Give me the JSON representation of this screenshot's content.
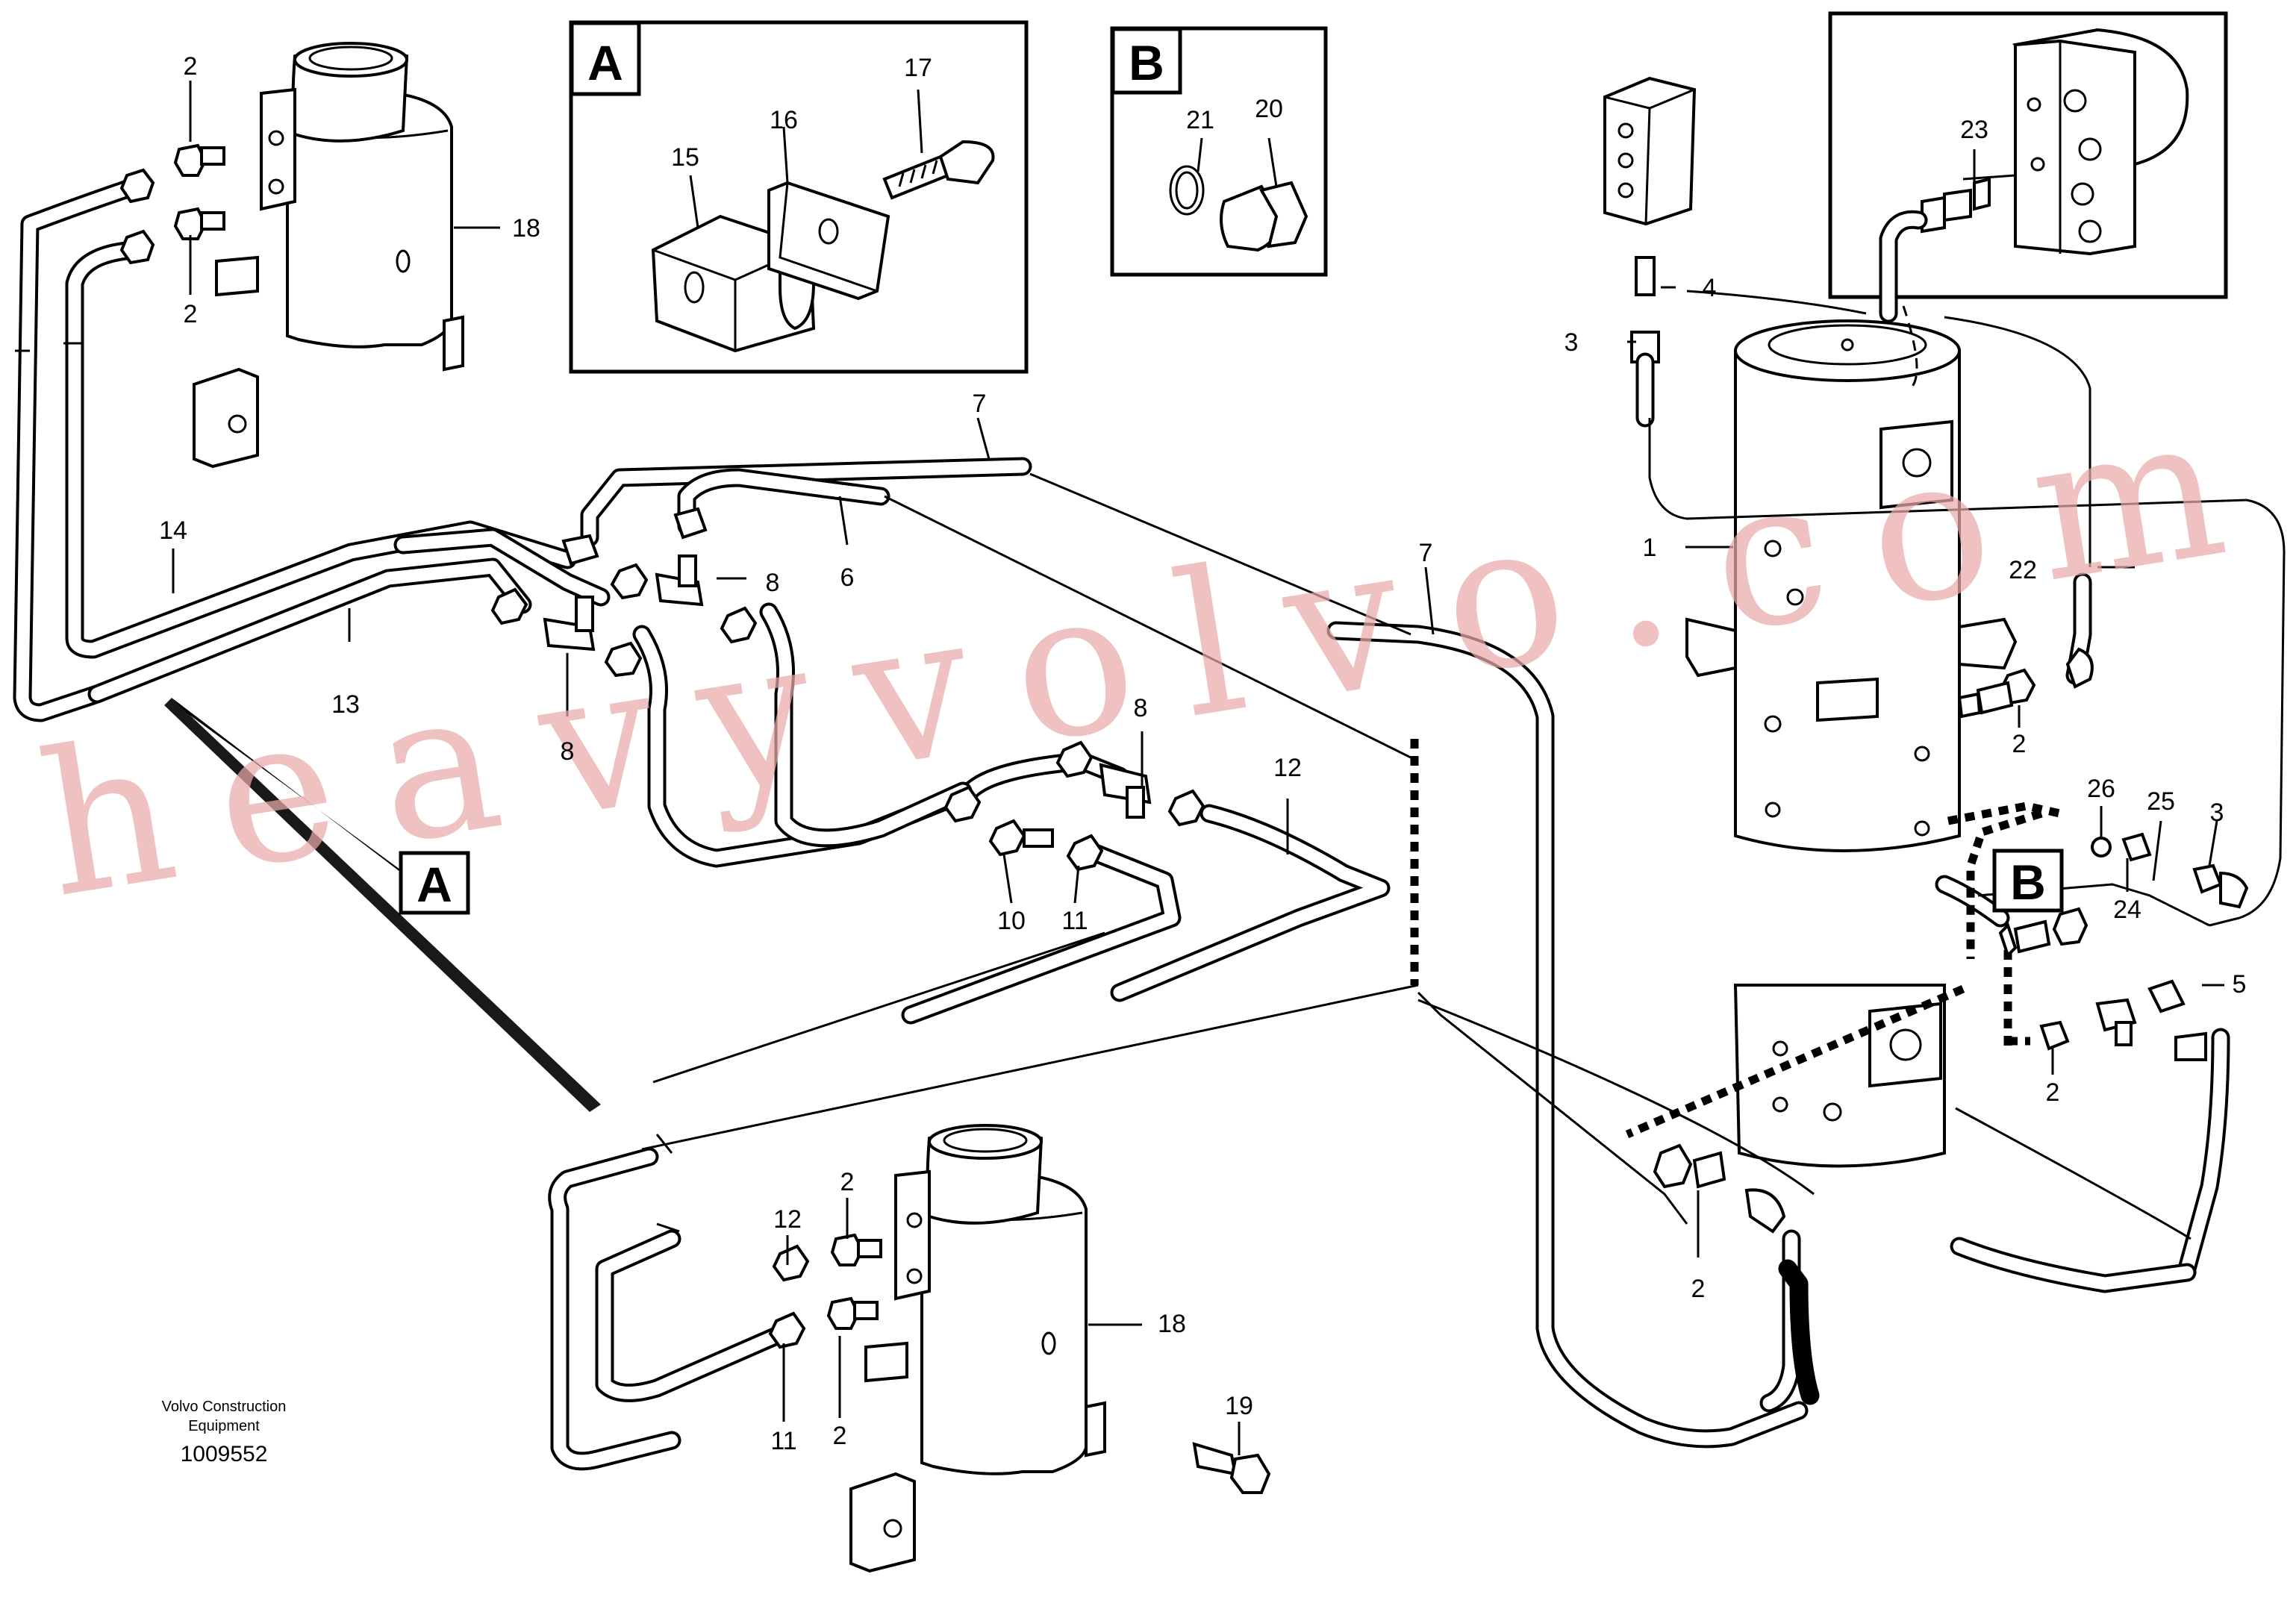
{
  "diagram": {
    "credit_line1": "Volvo Construction",
    "credit_line2": "Equipment",
    "drawing_number": "1009552",
    "watermark": "heavyvolvo.com",
    "callout_boxes": [
      "A",
      "B"
    ],
    "part_numbers": [
      "1",
      "2",
      "3",
      "4",
      "5",
      "6",
      "7",
      "8",
      "10",
      "11",
      "12",
      "13",
      "14",
      "15",
      "16",
      "17",
      "18",
      "19",
      "20",
      "21",
      "22",
      "23",
      "24",
      "25",
      "26"
    ]
  }
}
